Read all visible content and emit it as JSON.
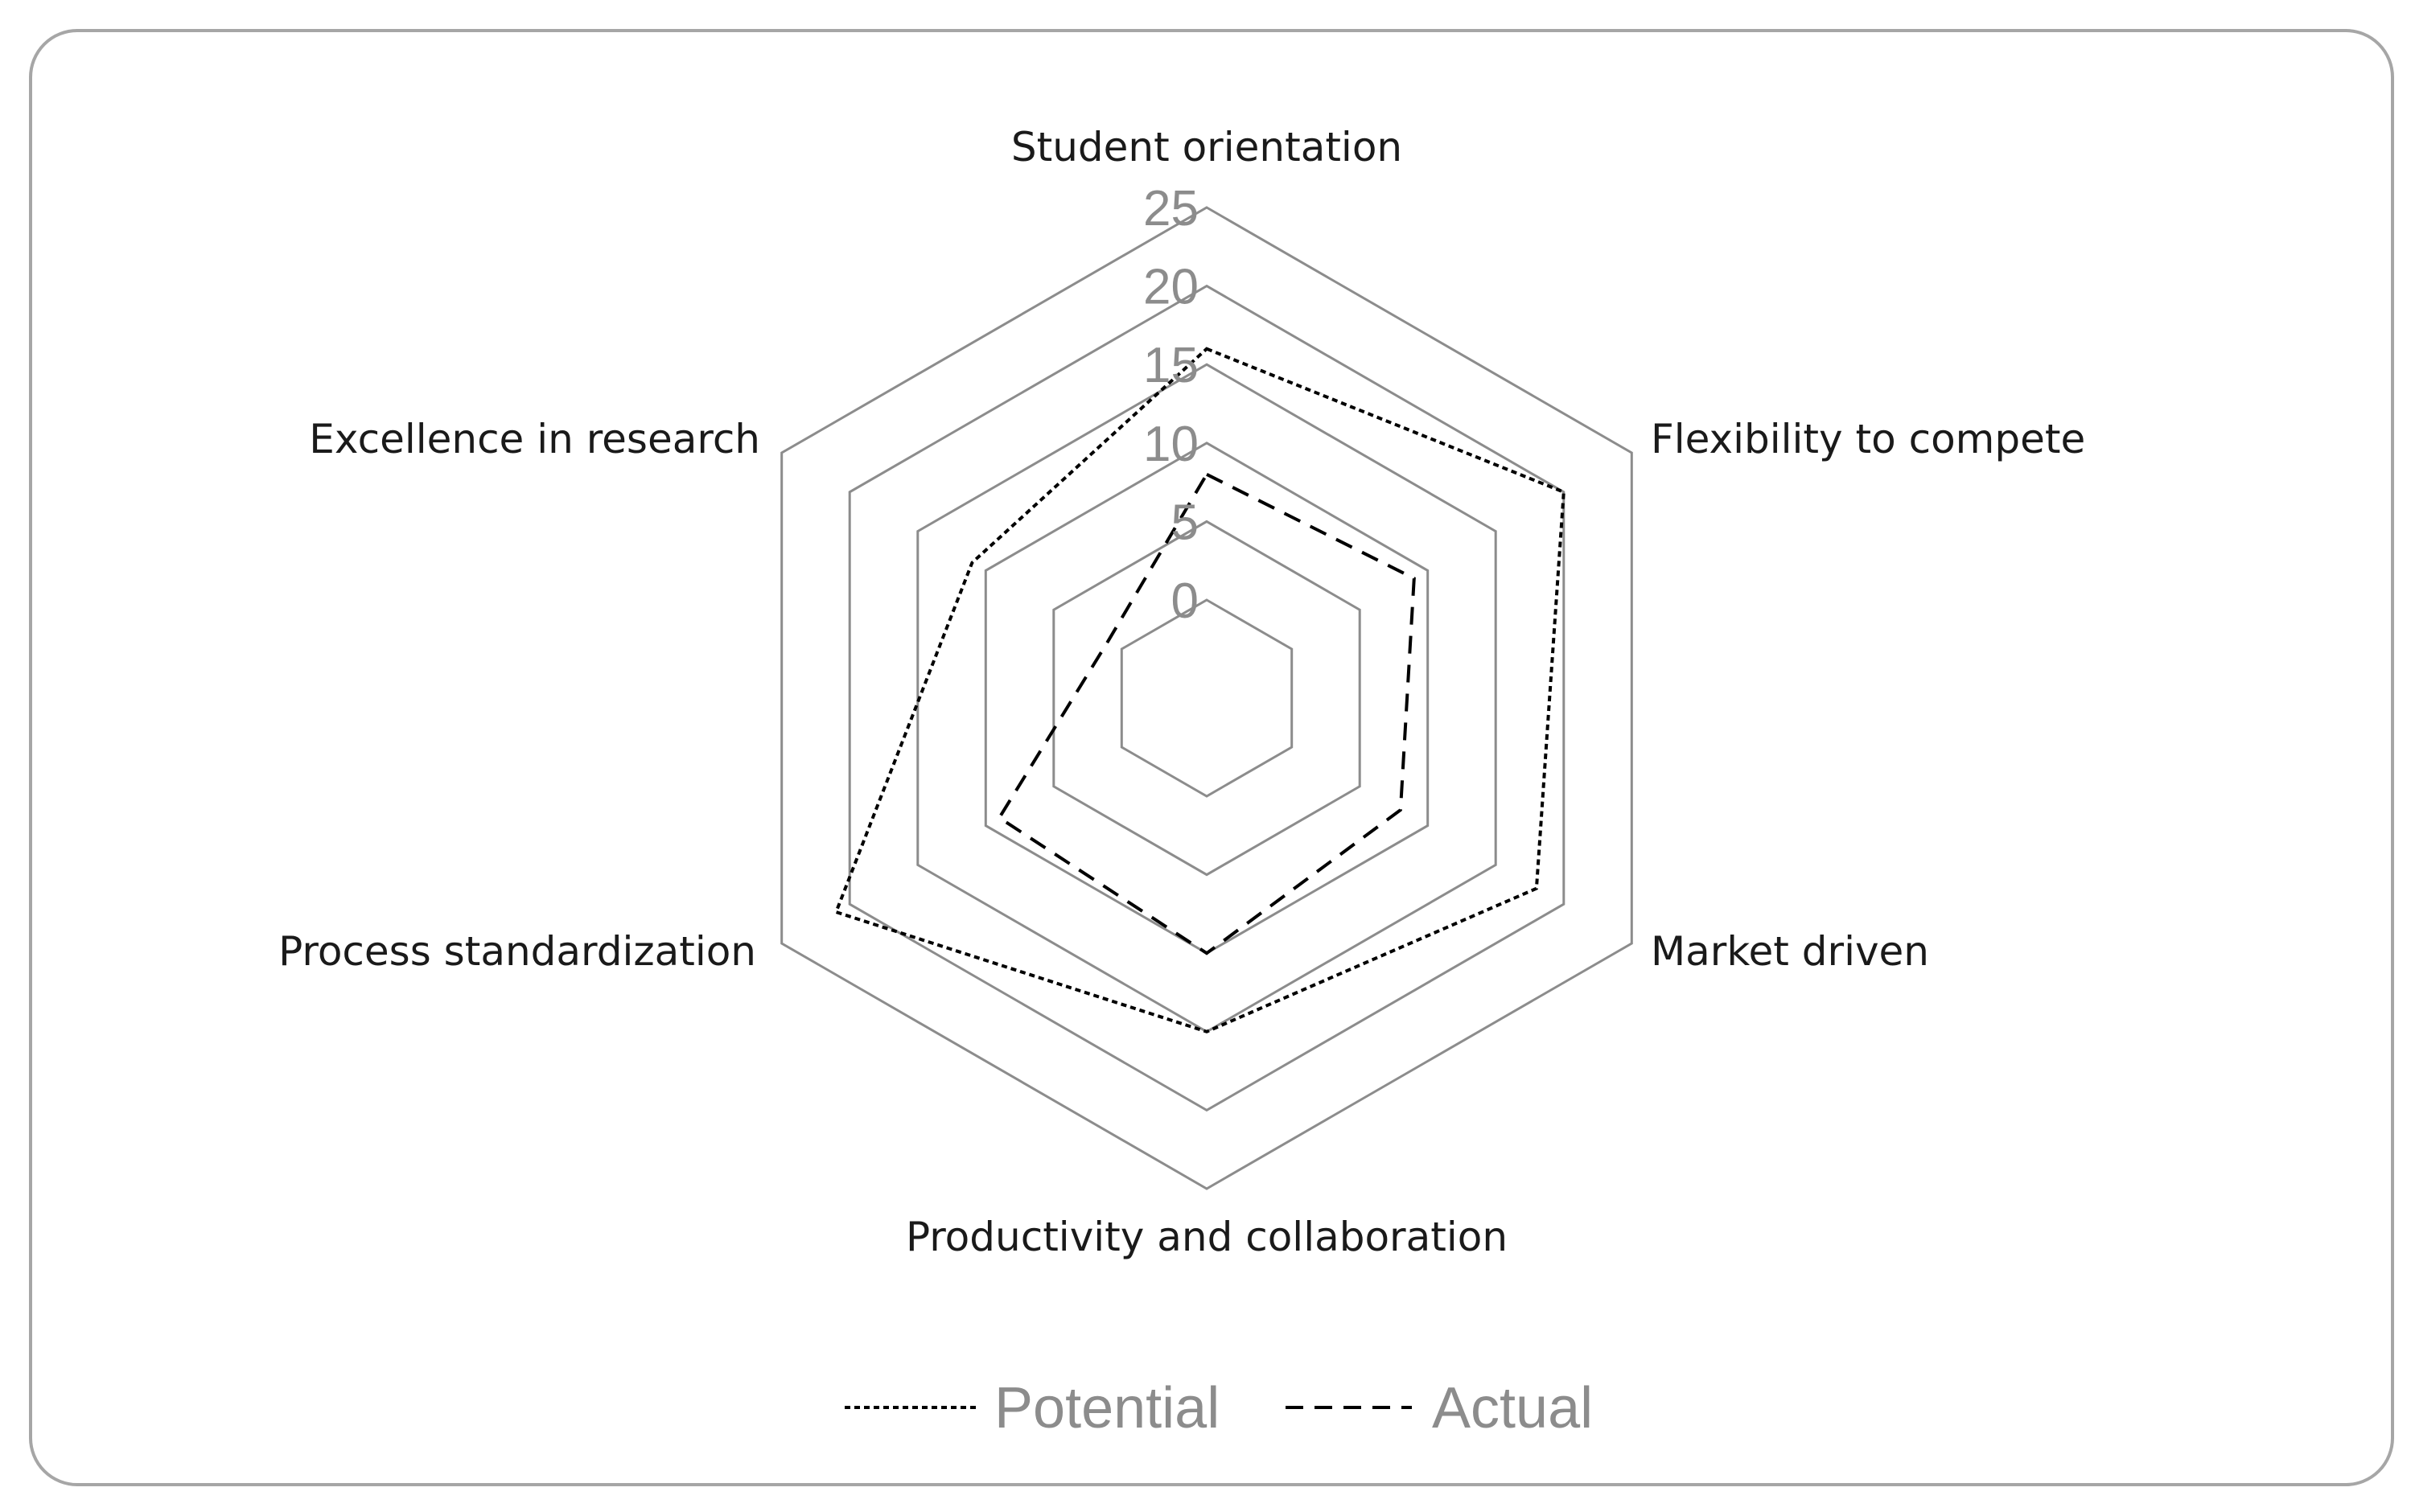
{
  "chart_data": {
    "type": "radar",
    "axes": [
      "Student orientation",
      "Flexibility to compete",
      "Market driven",
      "Productivity and collaboration",
      "Process standardization",
      "Excellence in research"
    ],
    "rmin": 0,
    "rmax": 25,
    "ticks": [
      0,
      5,
      10,
      15,
      20,
      25
    ],
    "grid": true,
    "legend_position": "bottom",
    "series": [
      {
        "name": "Potential",
        "values": [
          16,
          20,
          18,
          15,
          21,
          11
        ]
      },
      {
        "name": "Actual",
        "values": [
          8,
          9,
          8,
          10,
          9,
          1
        ]
      }
    ]
  },
  "colors": {
    "grid": "#8c8c8c",
    "series_line": "#000000",
    "tick_text": "#8c8c8c",
    "frame": "#a6a6a6"
  }
}
